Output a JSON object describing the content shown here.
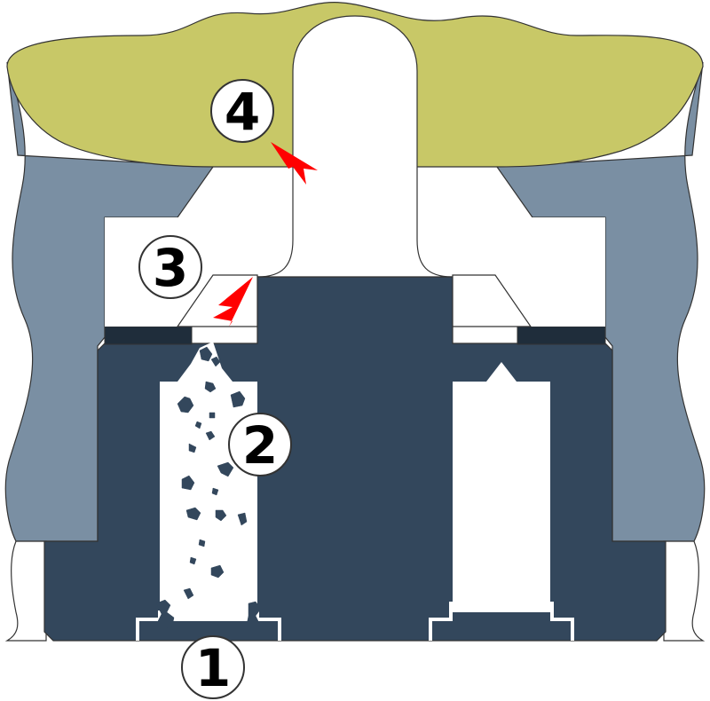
{
  "colors": {
    "background": "#ffffff",
    "outer_block": "#7a8fa3",
    "body": "#33475c",
    "body_dark": "#1f2d3b",
    "cap": "#c8c867",
    "arrow": "#ff0000",
    "outline": "#333333"
  },
  "callouts": [
    {
      "id": "callout-1",
      "label": "1"
    },
    {
      "id": "callout-2",
      "label": "2"
    },
    {
      "id": "callout-3",
      "label": "3"
    },
    {
      "id": "callout-4",
      "label": "4"
    }
  ],
  "arrows": [
    {
      "id": "arrow-3"
    },
    {
      "id": "arrow-4"
    }
  ]
}
